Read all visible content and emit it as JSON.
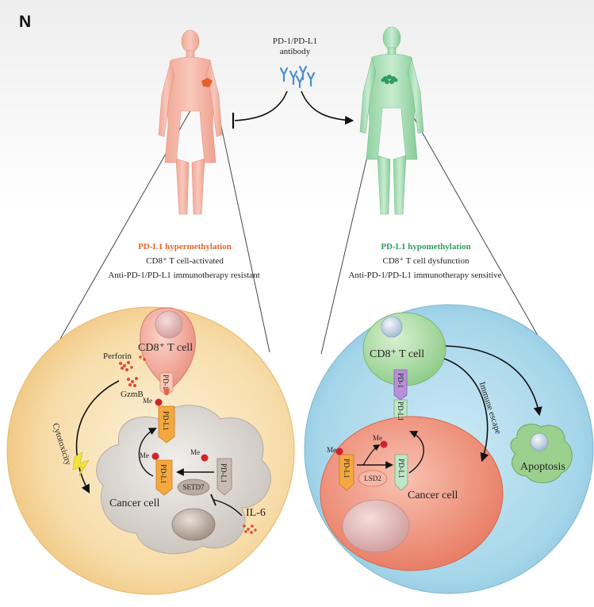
{
  "panel": {
    "letter": "N"
  },
  "antibody": {
    "line1": "PD-1/PD-L1",
    "line2": "antibody"
  },
  "left": {
    "title": "PD-L1 hypermethylation",
    "line2": "CD8⁺ T cell-activated",
    "line3": "Anti-PD-1/PD-L1 immunotherapy resistant",
    "tcell": "CD8⁺ T cell",
    "perforin": "Perforin",
    "gzmb": "GzmB",
    "cytotoxicity": "Cytotoxicity",
    "pd1": "PD-1",
    "pdl1": "PD-L1",
    "me": "Me",
    "setd7": "SETD7",
    "cancer": "Cancer cell",
    "il6": "IL-6"
  },
  "right": {
    "title": "PD-L1 hypomethylation",
    "line2": "CD8⁺ T cell dysfunction",
    "line3": "Anti-PD-1/PD-L1 immunotherapy sensitive",
    "tcell": "CD8⁺ T cell",
    "pd1": "PD-1",
    "pdl1": "PD-L1",
    "me": "Me",
    "lsd2": "LSD2",
    "cancer": "Cancer cell",
    "escape": "Immune escape",
    "apoptosis": "Apoptosis"
  },
  "colors": {
    "hyper": "#e2662e",
    "hypo": "#2f9b5b",
    "leftCircle": "#f6d9a4",
    "rightCircle": "#a9d8ec",
    "tcellPink": "#f2a194",
    "tcellGreen": "#9fd59a",
    "cancerGray": "#d8d3ce",
    "cancerSalmon": "#ee8b73",
    "pdl1Orange": "#f3a43c",
    "meRed": "#d0232b"
  }
}
